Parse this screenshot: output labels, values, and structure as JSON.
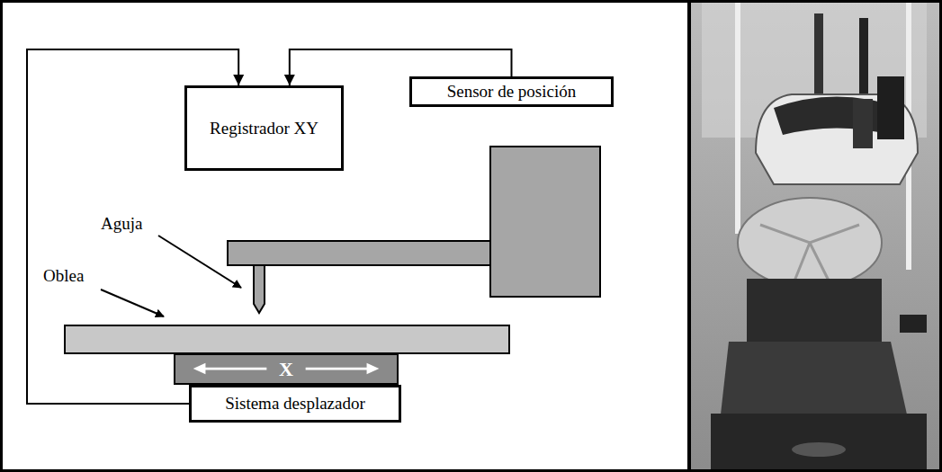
{
  "diagram": {
    "nodes": [
      {
        "text": [
          "Registrador XY"
        ]
      },
      {
        "text": [
          "Sensor de posición"
        ]
      },
      {
        "text": [
          "X"
        ]
      },
      {
        "text": [
          "Sistema desplazador"
        ]
      }
    ],
    "edges": [
      {
        "from": 3,
        "to": 0,
        "arrow": "to"
      },
      {
        "from": 1,
        "to": 0,
        "arrow": "to"
      }
    ],
    "labels": [
      "Aguja",
      "Oblea"
    ]
  }
}
